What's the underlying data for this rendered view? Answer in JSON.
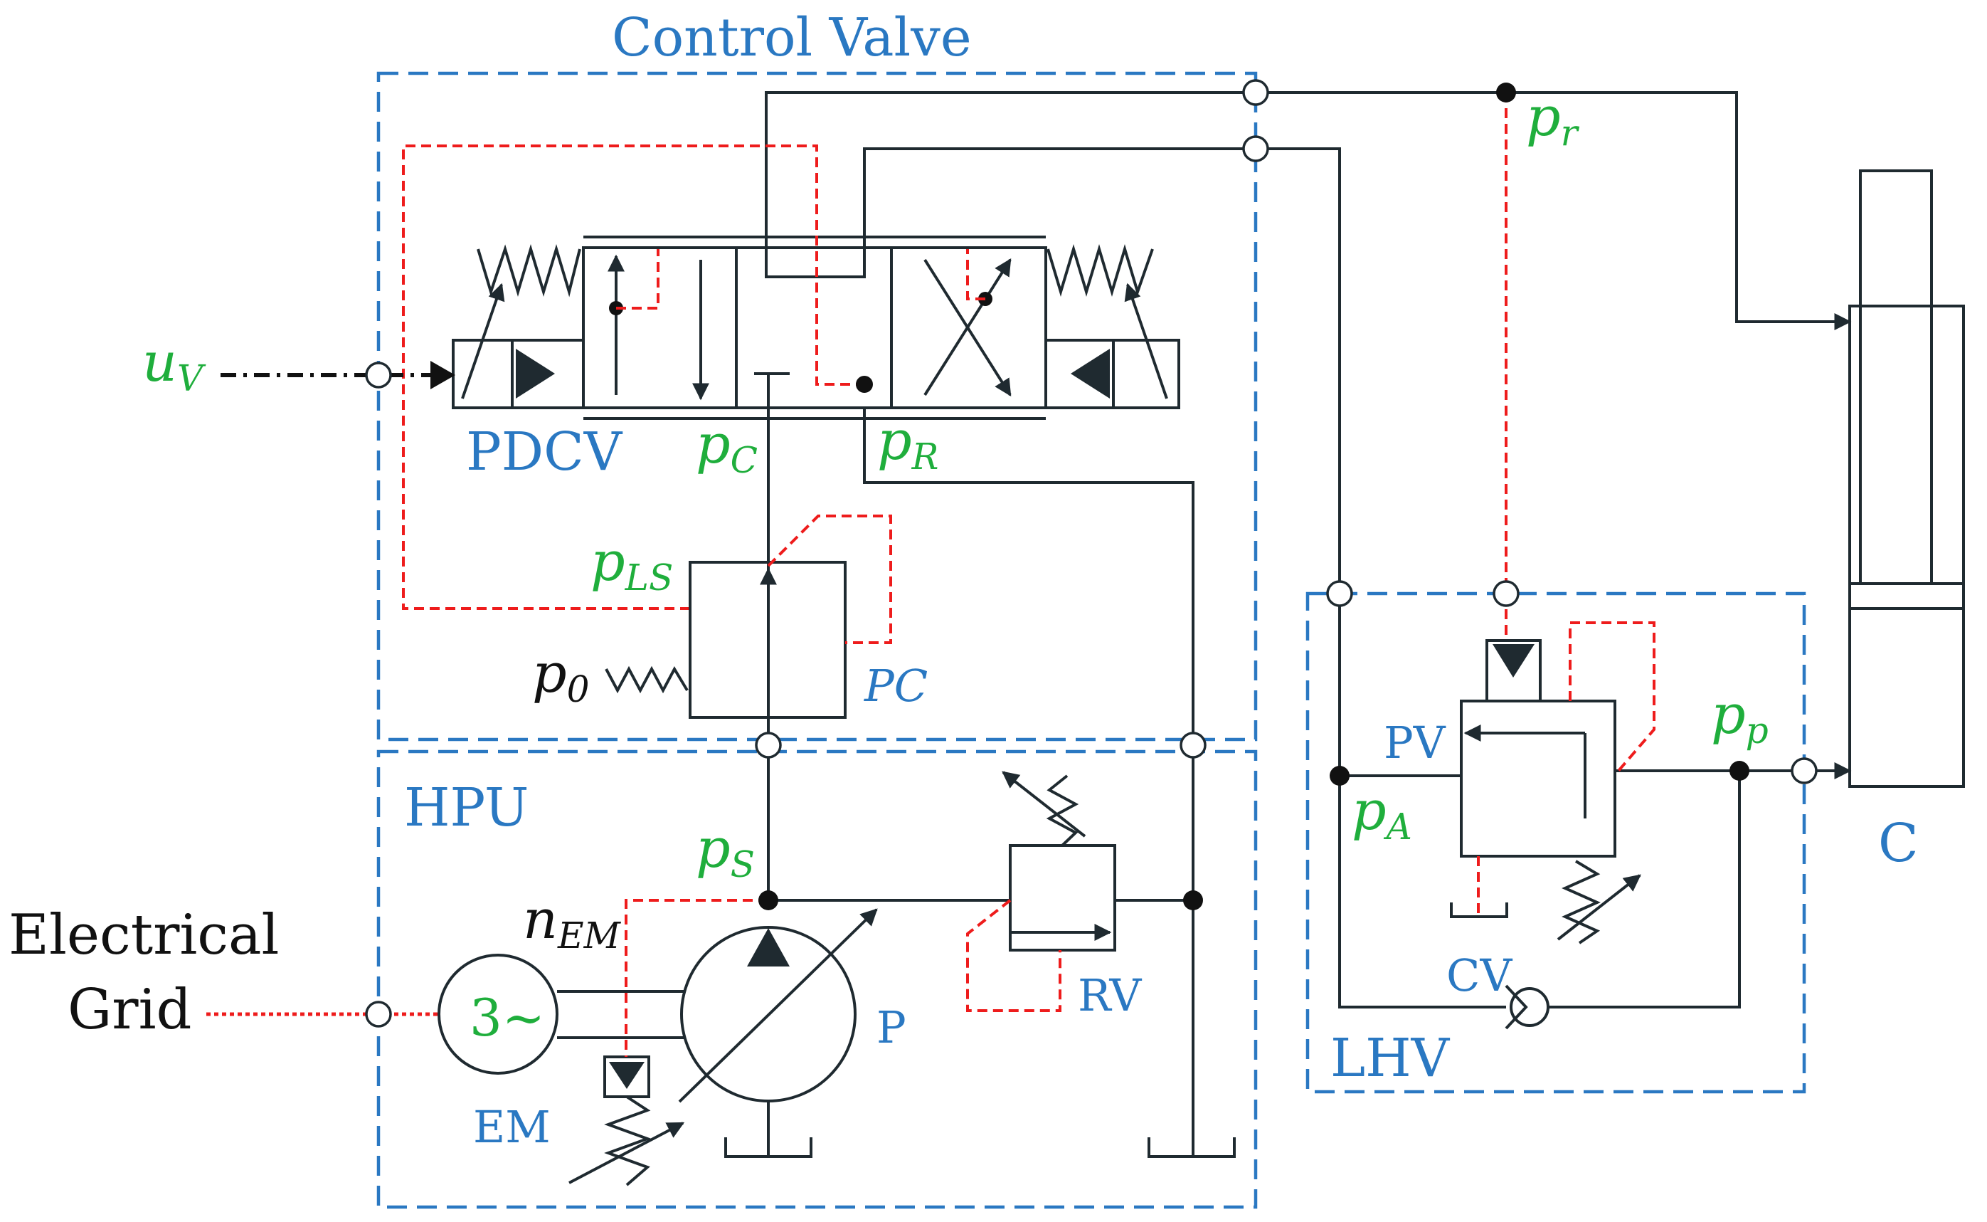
{
  "blocks": {
    "control_valve": "Control Valve",
    "hpu": "HPU",
    "lhv": "LHV",
    "pdcv": "PDCV",
    "pc": "PC",
    "rv": "RV",
    "pv": "PV",
    "cv": "CV",
    "em": "EM",
    "p": "P",
    "c": "C",
    "motor_symbol": "3~"
  },
  "source": {
    "line1": "Electrical",
    "line2": "Grid"
  },
  "signals": {
    "u_base": "u",
    "u_sub": "V",
    "pC_base": "p",
    "pC_sub": "C",
    "pR_base": "p",
    "pR_sub": "R",
    "pLS_base": "p",
    "pLS_sub": "LS",
    "p0_base": "p",
    "p0_sub": "0",
    "pS_base": "p",
    "pS_sub": "S",
    "nEM_base": "n",
    "nEM_sub": "EM",
    "pr_base": "p",
    "pr_sub": "r",
    "pp_base": "p",
    "pp_sub": "p",
    "pA_base": "p",
    "pA_sub": "A"
  },
  "colors": {
    "boundary": "#2a78c2",
    "signal_label": "#1fae3c",
    "pilot_line": "#ee1c1c",
    "hydraulic_line": "#1f2a30"
  }
}
